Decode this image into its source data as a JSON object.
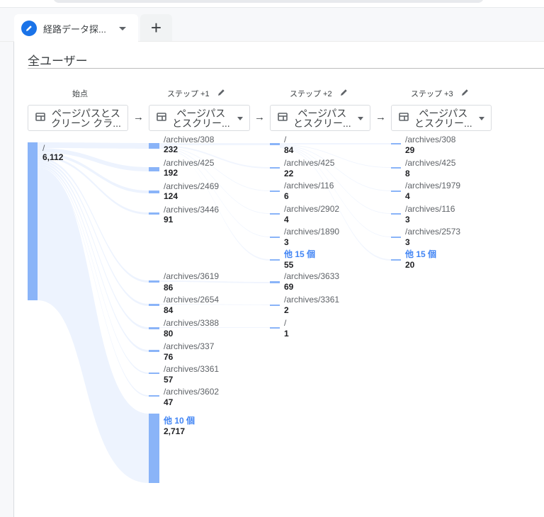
{
  "tabs": {
    "active": {
      "label": "経路データ探...",
      "icon": "pencil-icon"
    },
    "add_label": "+"
  },
  "segment": {
    "label": "全ユーザー"
  },
  "columns": [
    {
      "header": "始点",
      "editable": false,
      "dimension": [
        "ページパスとス",
        "クリーン クラ..."
      ],
      "has_dropdown": false
    },
    {
      "header": "ステップ +1",
      "editable": true,
      "dimension": [
        "ページパス",
        "とスクリー..."
      ],
      "has_dropdown": true
    },
    {
      "header": "ステップ +2",
      "editable": true,
      "dimension": [
        "ページパス",
        "とスクリー..."
      ],
      "has_dropdown": true
    },
    {
      "header": "ステップ +3",
      "editable": true,
      "dimension": [
        "ページパス",
        "とスクリー..."
      ],
      "has_dropdown": true
    }
  ],
  "arrow": "→",
  "colors": {
    "bar": "#8ab4f8",
    "flow": "#e8f0fe",
    "more": "#4285f4"
  },
  "chart_data": {
    "type": "sankey",
    "title": "経路データ探索",
    "segment": "全ユーザー",
    "nodes": {
      "start": [
        {
          "label": "/",
          "value": "6,112"
        }
      ],
      "step1": [
        {
          "label": "/archives/308",
          "value": "232"
        },
        {
          "label": "/archives/425",
          "value": "192"
        },
        {
          "label": "/archives/2469",
          "value": "124"
        },
        {
          "label": "/archives/3446",
          "value": "91"
        },
        {
          "label": "/archives/3619",
          "value": "86"
        },
        {
          "label": "/archives/2654",
          "value": "84"
        },
        {
          "label": "/archives/3388",
          "value": "80"
        },
        {
          "label": "/archives/337",
          "value": "76"
        },
        {
          "label": "/archives/3361",
          "value": "57"
        },
        {
          "label": "/archives/3602",
          "value": "47"
        },
        {
          "label": "他 10 個",
          "value": "2,717",
          "more": true
        }
      ],
      "step2": [
        {
          "label": "/",
          "value": "84"
        },
        {
          "label": "/archives/425",
          "value": "22"
        },
        {
          "label": "/archives/116",
          "value": "6"
        },
        {
          "label": "/archives/2902",
          "value": "4"
        },
        {
          "label": "/archives/1890",
          "value": "3"
        },
        {
          "label": "他 15 個",
          "value": "55",
          "more": true
        },
        {
          "label": "/archives/3633",
          "value": "69"
        },
        {
          "label": "/archives/3361",
          "value": "2"
        },
        {
          "label": "/",
          "value": "1"
        }
      ],
      "step3": [
        {
          "label": "/archives/308",
          "value": "29"
        },
        {
          "label": "/archives/425",
          "value": "8"
        },
        {
          "label": "/archives/1979",
          "value": "4"
        },
        {
          "label": "/archives/116",
          "value": "3"
        },
        {
          "label": "/archives/2573",
          "value": "3"
        },
        {
          "label": "他 15 個",
          "value": "20",
          "more": true
        }
      ]
    }
  }
}
